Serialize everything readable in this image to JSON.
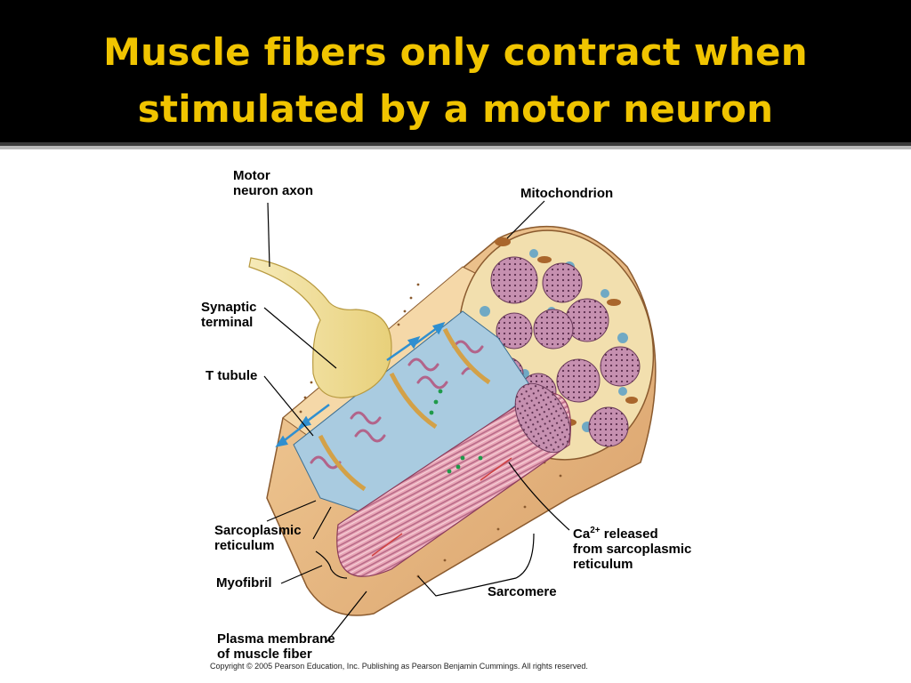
{
  "slide": {
    "title_line1": "Muscle fibers only contract when",
    "title_line2": "stimulated by a motor neuron"
  },
  "labels": {
    "motor_line1": "Motor",
    "motor_line2": "neuron axon",
    "mitochondrion": "Mitochondrion",
    "synaptic_line1": "Synaptic",
    "synaptic_line2": "terminal",
    "t_tubule": "T tubule",
    "sr_line1": "Sarcoplasmic",
    "sr_line2": "reticulum",
    "myofibril": "Myofibril",
    "ca_prefix": "Ca",
    "ca_superscript": "2+",
    "ca_line1_rest": " released",
    "ca_line2": "from sarcoplasmic",
    "ca_line3": "reticulum",
    "sarcomere": "Sarcomere",
    "pm_line1": "Plasma membrane",
    "pm_line2": "of muscle fiber"
  },
  "footer": {
    "copyright": "Copyright © 2005 Pearson Education, Inc. Publishing as Pearson Benjamin Cummings. All rights reserved."
  },
  "colors": {
    "title": "#f0c400",
    "fiber_tan": "#e8b880",
    "myofibril_purple": "#c08aa8",
    "sr_blue": "#a9cbe0",
    "axon_yellow": "#f3e6a0",
    "ttubule_arrow": "#2f8fd0",
    "calcium_dot": "#1f9a4a"
  }
}
